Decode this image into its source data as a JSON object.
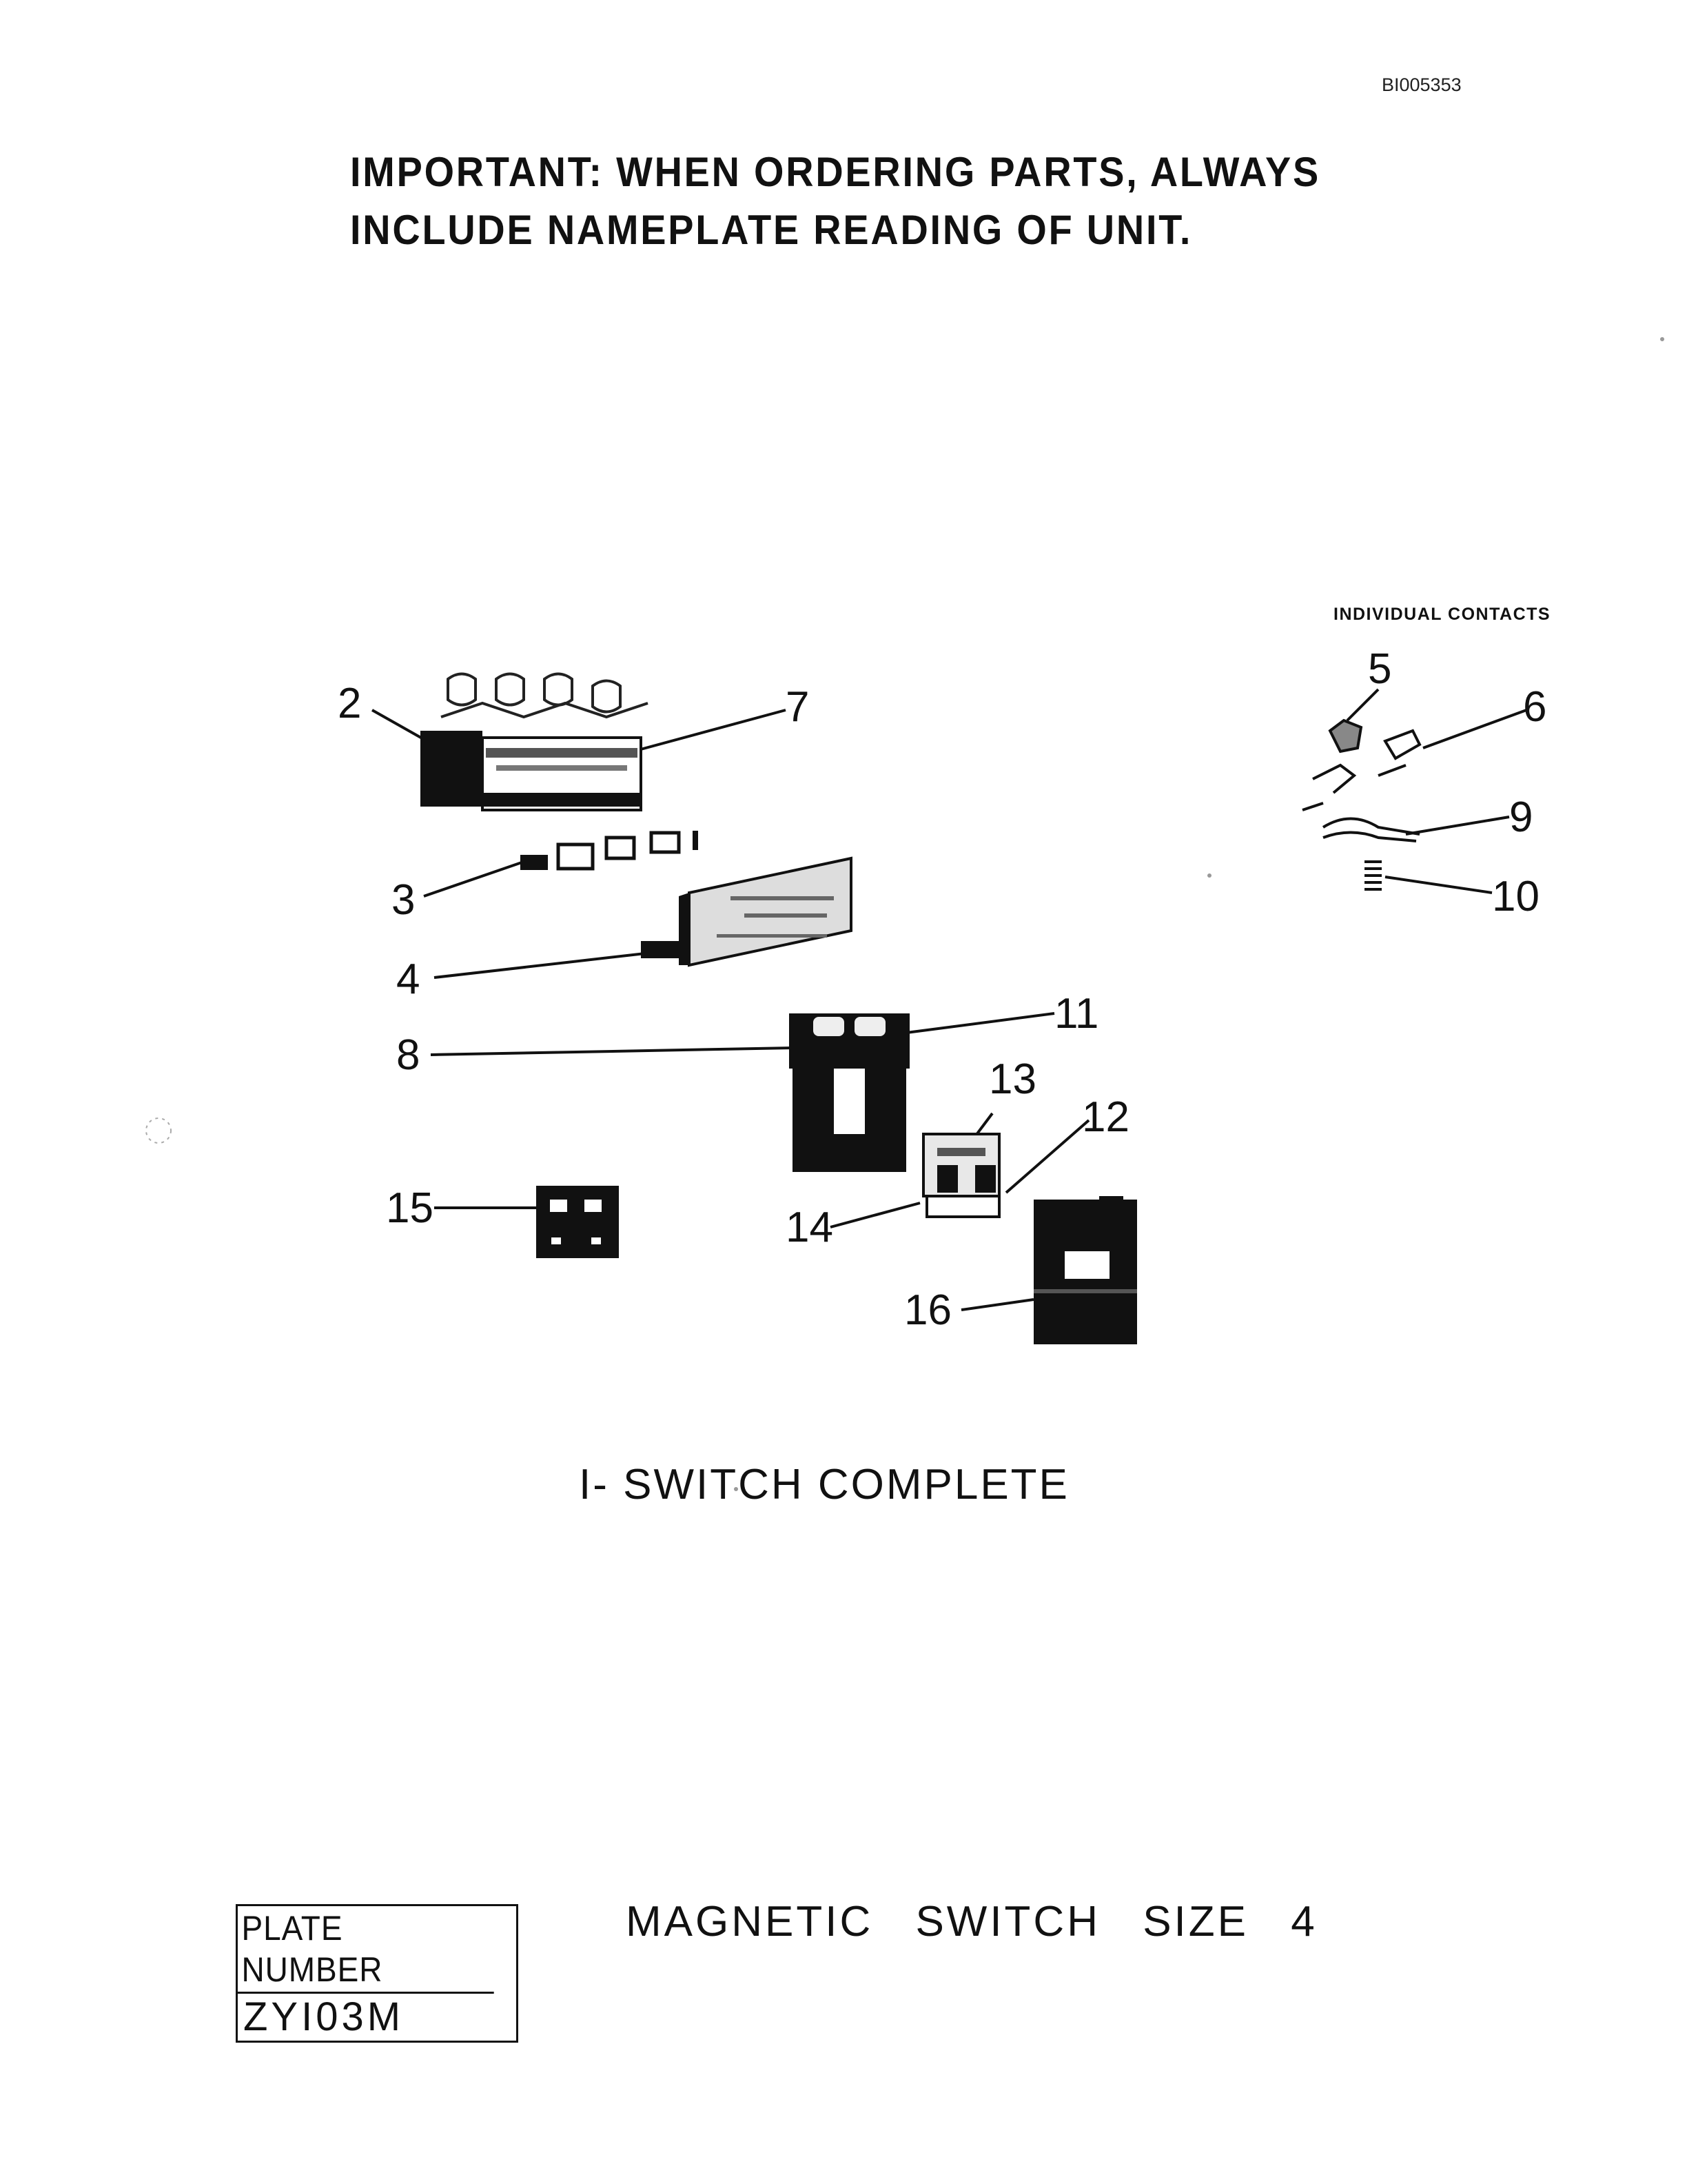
{
  "doc_id": "BI005353",
  "notice": {
    "line1": "IMPORTANT: WHEN ORDERING PARTS, ALWAYS",
    "line2": "INCLUDE NAMEPLATE READING OF UNIT."
  },
  "inset_label": "INDIVIDUAL CONTACTS",
  "callouts": [
    "2",
    "7",
    "3",
    "4",
    "8",
    "11",
    "13",
    "12",
    "14",
    "15",
    "16",
    "5",
    "6",
    "9",
    "10"
  ],
  "caption": "I- SWITCH COMPLETE",
  "plate": {
    "header": "PLATE NUMBER",
    "number": "ZYI03M"
  },
  "title": "MAGNETIC SWITCH SIZE 4"
}
